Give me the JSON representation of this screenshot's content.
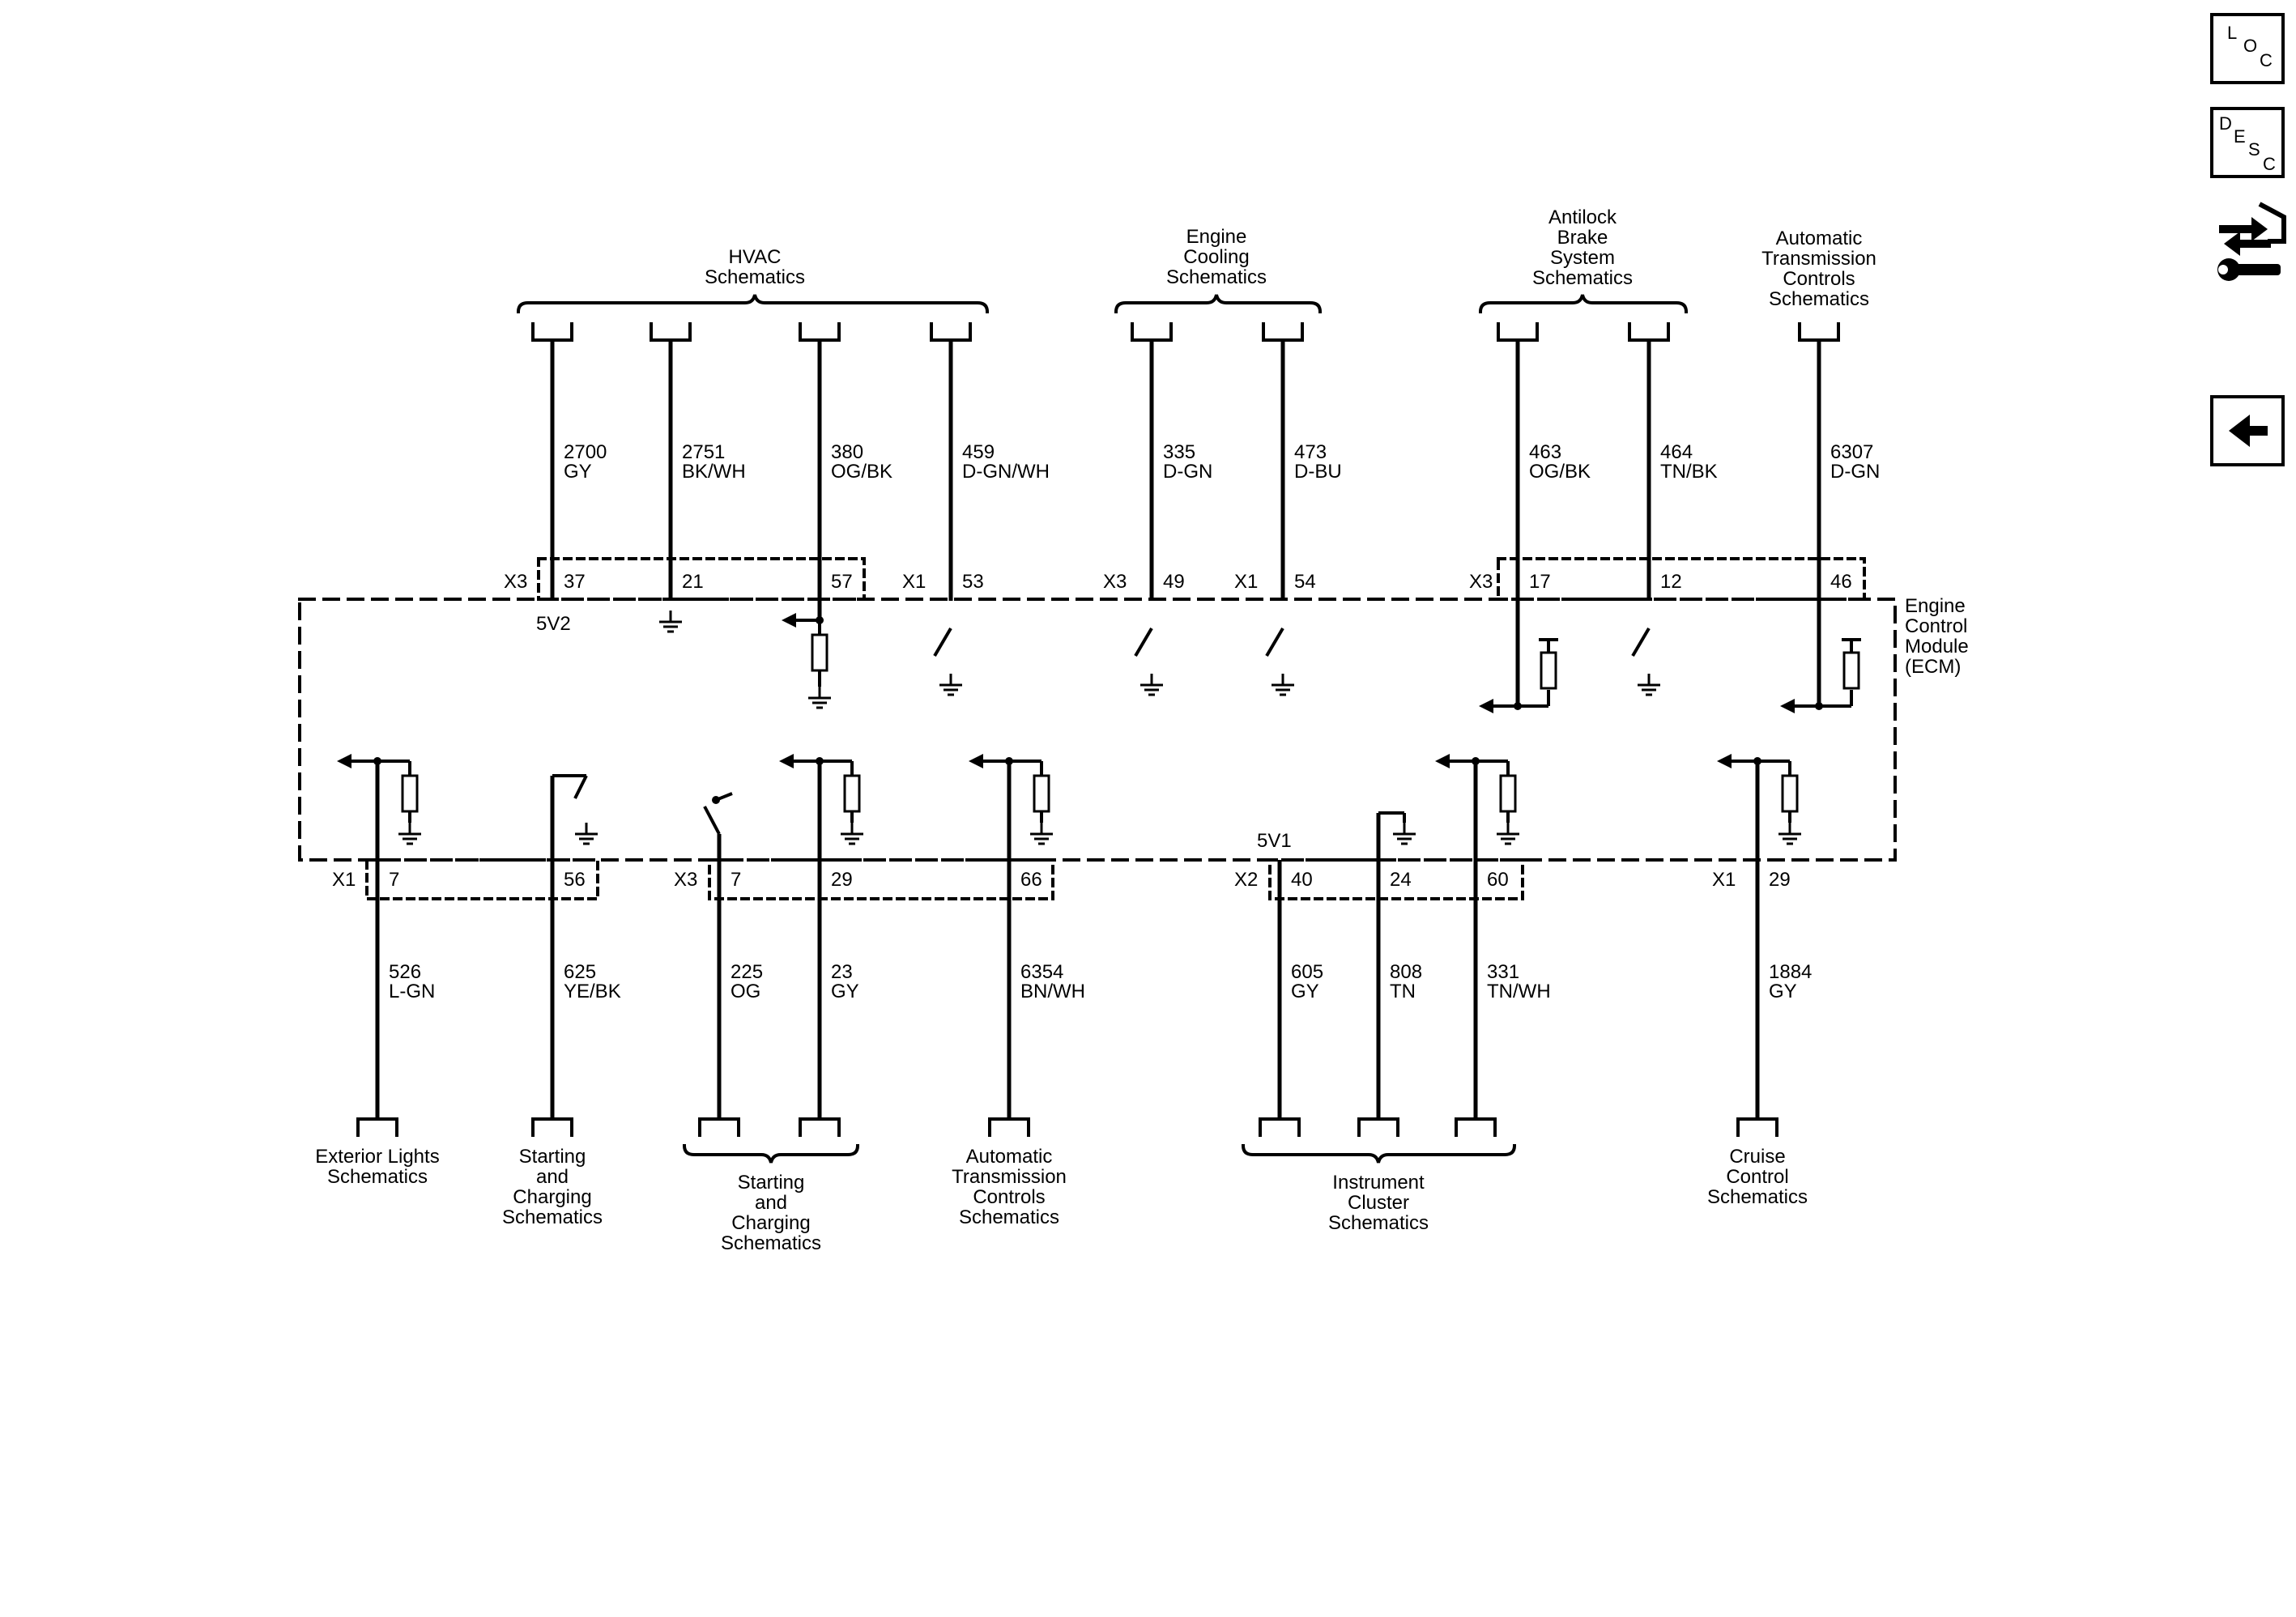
{
  "nav": {
    "loc": {
      "l": "L",
      "o": "O",
      "c": "C"
    },
    "desc": {
      "d": "D",
      "e": "E",
      "s": "S",
      "c": "C"
    }
  },
  "module_label": [
    "Engine",
    "Control",
    "Module",
    "(ECM)"
  ],
  "top_groups": [
    {
      "lines": [
        "HVAC",
        "Schematics"
      ]
    },
    {
      "lines": [
        "Engine",
        "Cooling",
        "Schematics"
      ]
    },
    {
      "lines": [
        "Antilock",
        "Brake",
        "System",
        "Schematics"
      ]
    },
    {
      "lines": [
        "Automatic",
        "Transmission",
        "Controls",
        "Schematics"
      ]
    }
  ],
  "top_wires": [
    {
      "circuit": "2700",
      "color": "GY",
      "connector": "X3",
      "pin": "37",
      "note": "5V2"
    },
    {
      "circuit": "2751",
      "color": "BK/WH",
      "connector": "",
      "pin": "21"
    },
    {
      "circuit": "380",
      "color": "OG/BK",
      "connector": "",
      "pin": "57"
    },
    {
      "circuit": "459",
      "color": "D-GN/WH",
      "connector": "X1",
      "pin": "53"
    },
    {
      "circuit": "335",
      "color": "D-GN",
      "connector": "X3",
      "pin": "49"
    },
    {
      "circuit": "473",
      "color": "D-BU",
      "connector": "X1",
      "pin": "54"
    },
    {
      "circuit": "463",
      "color": "OG/BK",
      "connector": "X3",
      "pin": "17"
    },
    {
      "circuit": "464",
      "color": "TN/BK",
      "connector": "",
      "pin": "12"
    },
    {
      "circuit": "6307",
      "color": "D-GN",
      "connector": "",
      "pin": "46"
    }
  ],
  "bottom_wires": [
    {
      "circuit": "526",
      "color": "L-GN",
      "connector": "X1",
      "pin": "7"
    },
    {
      "circuit": "625",
      "color": "YE/BK",
      "connector": "",
      "pin": "56"
    },
    {
      "circuit": "225",
      "color": "OG",
      "connector": "X3",
      "pin": "7"
    },
    {
      "circuit": "23",
      "color": "GY",
      "connector": "",
      "pin": "29"
    },
    {
      "circuit": "6354",
      "color": "BN/WH",
      "connector": "",
      "pin": "66"
    },
    {
      "circuit": "605",
      "color": "GY",
      "connector": "X2",
      "pin": "40",
      "note": "5V1"
    },
    {
      "circuit": "808",
      "color": "TN",
      "connector": "",
      "pin": "24"
    },
    {
      "circuit": "331",
      "color": "TN/WH",
      "connector": "",
      "pin": "60"
    },
    {
      "circuit": "1884",
      "color": "GY",
      "connector": "X1",
      "pin": "29"
    }
  ],
  "bottom_groups": [
    {
      "lines": [
        "Exterior Lights",
        "Schematics"
      ]
    },
    {
      "lines": [
        "Starting",
        "and",
        "Charging",
        "Schematics"
      ]
    },
    {
      "lines": [
        "Starting",
        "and",
        "Charging",
        "Schematics"
      ]
    },
    {
      "lines": [
        "Automatic",
        "Transmission",
        "Controls",
        "Schematics"
      ]
    },
    {
      "lines": [
        "Instrument",
        "Cluster",
        "Schematics"
      ]
    },
    {
      "lines": [
        "Cruise",
        "Control",
        "Schematics"
      ]
    }
  ]
}
